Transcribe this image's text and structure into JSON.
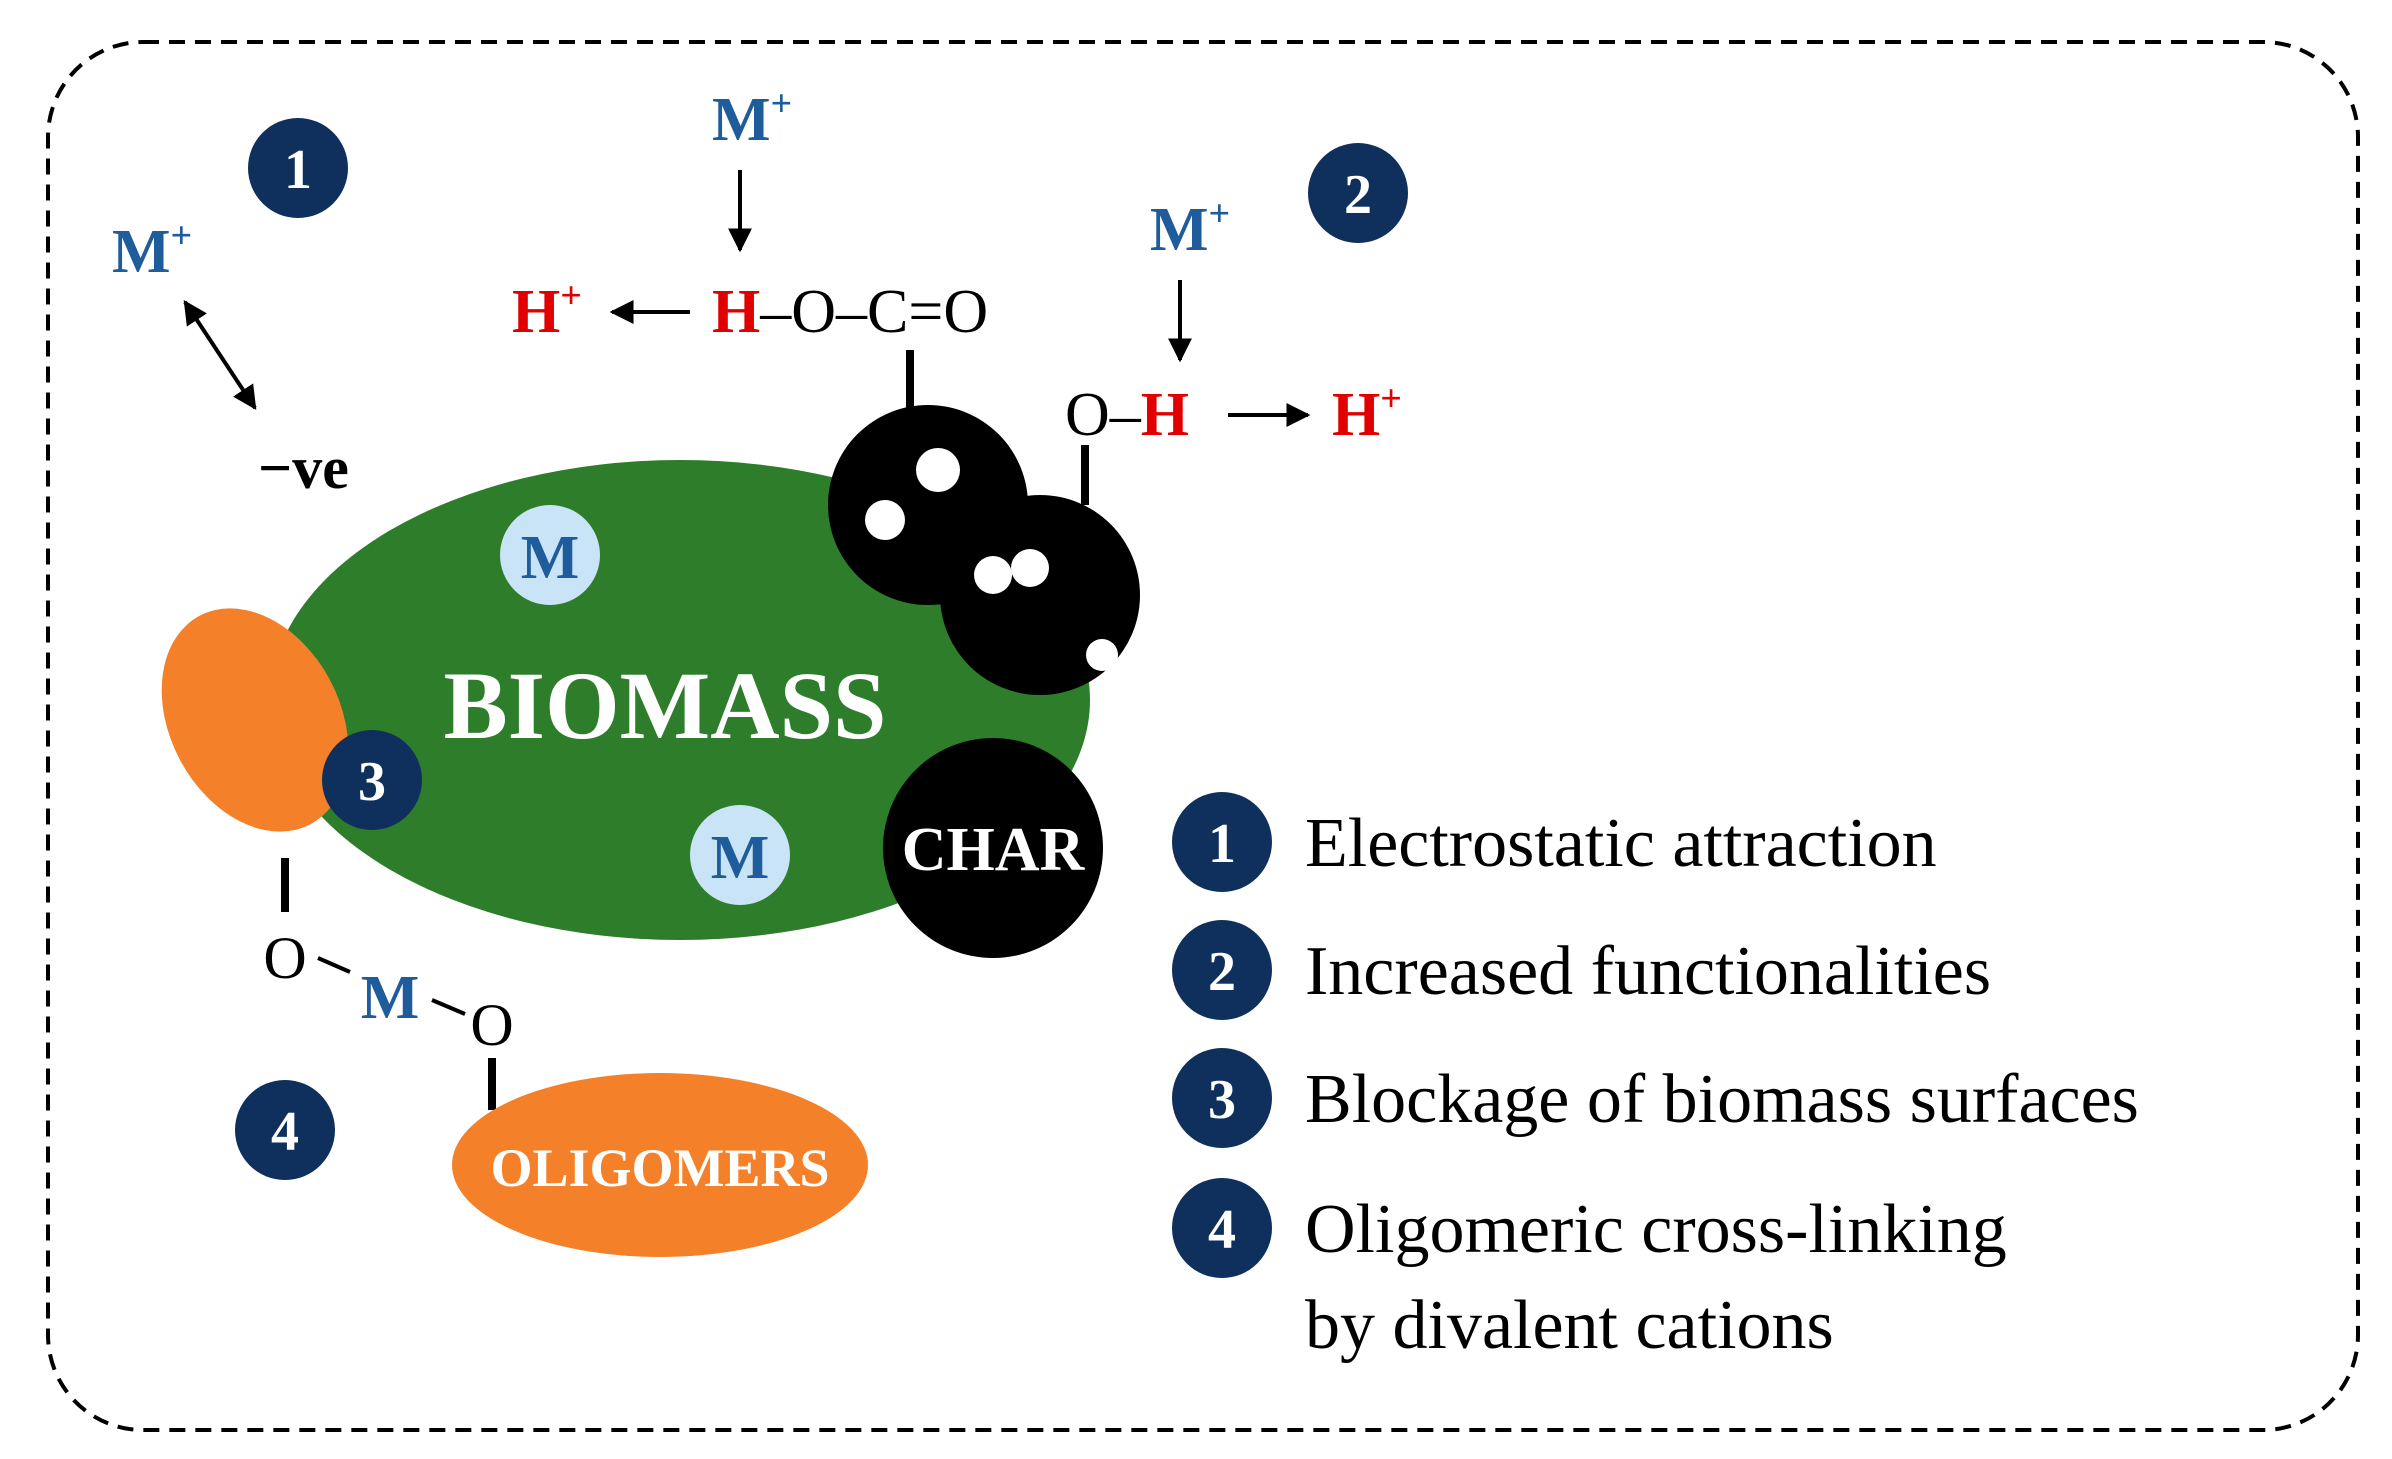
{
  "colors": {
    "biomass": "#2e7d2a",
    "oligomer": "#f5802a",
    "char": "#000000",
    "badge": "#0f2f5c",
    "metal_circle": "#c9e4f6",
    "metal_text": "#1f5c9c",
    "proton": "#e00000"
  },
  "labels": {
    "biomass": "BIOMASS",
    "char": "CHAR",
    "oligomers": "OLIGOMERS",
    "metal": "M",
    "metal_ion": "M",
    "plus": "+",
    "proton": "H",
    "negative": "−ve",
    "oxygen": "O",
    "carboxyl_rest": "–O–C=O",
    "hydroxyl_bond": "O–"
  },
  "legend": [
    {
      "number": "1",
      "text": "Electrostatic attraction"
    },
    {
      "number": "2",
      "text": "Increased functionalities"
    },
    {
      "number": "3",
      "text": "Blockage of biomass surfaces"
    },
    {
      "number": "4",
      "text": "Oligomeric cross-linking",
      "text2": "by divalent cations"
    }
  ],
  "badges": [
    "1",
    "2",
    "3",
    "4"
  ]
}
